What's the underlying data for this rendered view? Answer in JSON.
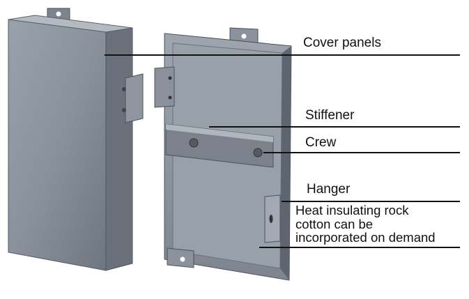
{
  "labels": {
    "cover_panels": "Cover panels",
    "stiffener": "Stiffener",
    "crew": "Crew",
    "hanger": "Hanger",
    "insulation_line1": "Heat insulating rock",
    "insulation_line2": "cotton can be",
    "insulation_line3": "incorporated on demand"
  },
  "colors": {
    "panel_face": "#8a919c",
    "panel_dark": "#5d636d",
    "leader_line": "#111111"
  }
}
